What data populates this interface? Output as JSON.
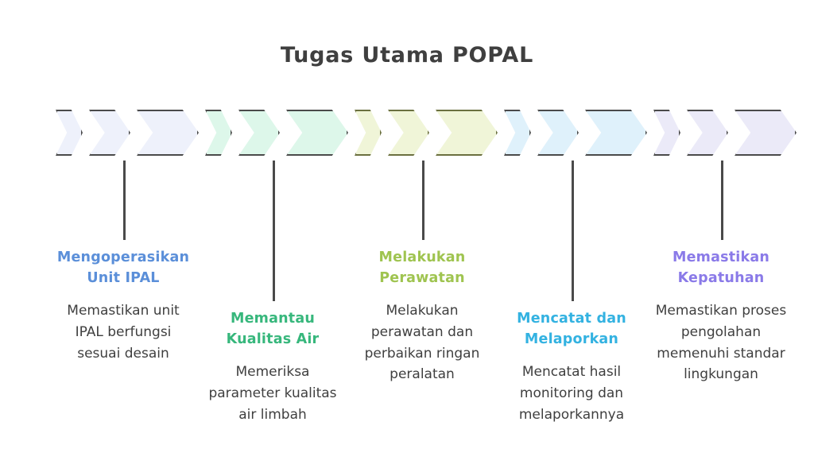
{
  "title": "Tugas Utama POPAL",
  "background_color": "#ffffff",
  "title_color": "#3f3f3f",
  "body_text_color": "#3f3f3f",
  "chevron_outline_color": "#4a4a4a",
  "connector_color": "#4a4a4a",
  "items": [
    {
      "heading": "Mengoperasikan Unit IPAL",
      "description": "Memastikan unit IPAL berfungsi sesuai desain",
      "accent_color": "#5b8fd9",
      "chevron_fill": "#eef1fb",
      "chevron_outline": "#4a4a4a"
    },
    {
      "heading": "Memantau Kualitas Air",
      "description": "Memeriksa parameter kualitas air limbah",
      "accent_color": "#37b77c",
      "chevron_fill": "#ddf7ea",
      "chevron_outline": "#4a4a4a"
    },
    {
      "heading": "Melakukan Perawatan",
      "description": "Melakukan perawatan dan perbaikan ringan peralatan",
      "accent_color": "#9fc450",
      "chevron_fill": "#f0f5d8",
      "chevron_outline": "#6b7040"
    },
    {
      "heading": "Mencatat dan Melaporkan",
      "description": "Mencatat hasil monitoring dan melaporkannya",
      "accent_color": "#33b2e1",
      "chevron_fill": "#dff1fb",
      "chevron_outline": "#4a4a4a"
    },
    {
      "heading": "Memastikan Kepatuhan",
      "description": "Memastikan proses pengolahan memenuhi standar lingkungan",
      "accent_color": "#8a7ae8",
      "chevron_fill": "#ebeaf8",
      "chevron_outline": "#4a4a4a"
    }
  ]
}
